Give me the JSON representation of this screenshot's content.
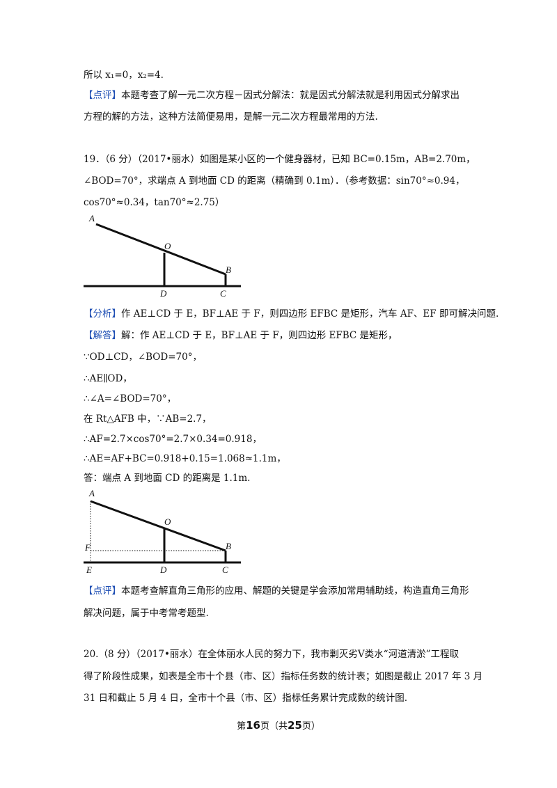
{
  "prev": {
    "result": "所以 x₁=0，x₂=4.",
    "comment_tag": "【点评】",
    "comment_1": "本题考查了解一元二次方程－因式分解法：就是因式分解法就是利用因式分解求出",
    "comment_2": "方程的解的方法，这种方法简便易用，是解一元二次方程最常用的方法."
  },
  "q19": {
    "line_1": "19．（6 分）（2017•丽水）如图是某小区的一个健身器材，已知 BC=0.15m，AB=2.70m，",
    "line_2": "∠BOD=70°，求端点 A 到地面 CD 的距离（精确到 0.1m）．（参考数据：sin70°≈0.94，",
    "line_3": "cos70°≈0.34，tan70°≈2.75）",
    "fig_labels": {
      "A": "A",
      "O": "O",
      "B": "B",
      "D": "D",
      "C": "C",
      "E": "E",
      "F": "F"
    },
    "analysis_tag": "【分析】",
    "analysis": "作 AE⊥CD 于 E，BF⊥AE 于 F，则四边形 EFBC 是矩形，汽车 AF、EF 即可解决问题.",
    "solution_tag": "【解答】",
    "solution_steps": [
      "解：作 AE⊥CD 于 E，BF⊥AE 于 F，则四边形 EFBC 是矩形，",
      "∵OD⊥CD，∠BOD=70°，",
      "∴AE∥OD，",
      "∴∠A=∠BOD=70°，",
      "在 Rt△AFB 中，∵AB=2.7，",
      "∴AF=2.7×cos70°=2.7×0.34=0.918，",
      "∴AE=AF+BC=0.918+0.15=1.068≈1.1m，",
      "答：端点 A 到地面 CD 的距离是 1.1m."
    ],
    "comment_tag": "【点评】",
    "comment_1": "本题考查解直角三角形的应用、解题的关键是学会添加常用辅助线，构造直角三角形",
    "comment_2": "解决问题，属于中考常考题型."
  },
  "q20": {
    "line_1": "20.（8 分）（2017•丽水）在全体丽水人民的努力下，我市剿灭劣Ⅴ类水“河道清淤”工程取",
    "line_2": "得了阶段性成果，如表是全市十个县（市、区）指标任务数的统计表；如图是截止 2017 年 3 月",
    "line_3": "31 日和截止 5 月 4 日，全市十个县（市、区）指标任务累计完成数的统计图."
  },
  "footer": {
    "prefix": "第",
    "page": "16",
    "mid": "页（共",
    "total": "25",
    "suffix": "页）"
  }
}
